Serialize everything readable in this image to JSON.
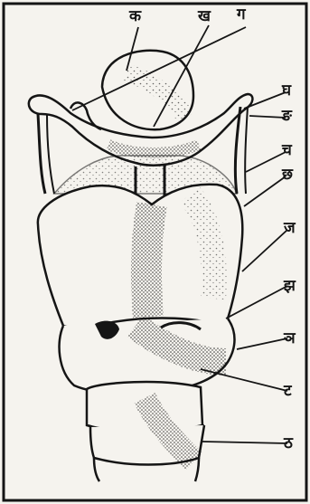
{
  "figure": {
    "labels": {
      "ka": "क",
      "kha": "ख",
      "ga": "ग",
      "gha": "घ",
      "nga": "ङ",
      "cha": "च",
      "chha": "छ",
      "ja": "ज",
      "jha": "झ",
      "nya": "ञ",
      "ta": "ट",
      "tha": "ठ"
    },
    "colors": {
      "ink": "#151515",
      "paper": "#f5f3ee"
    }
  }
}
